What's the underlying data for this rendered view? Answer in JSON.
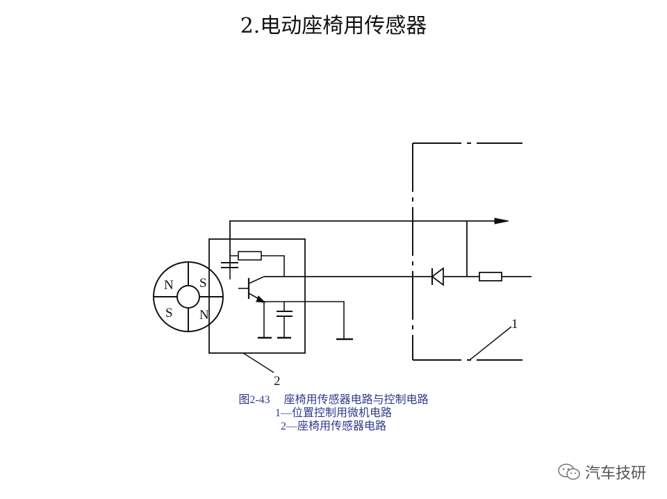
{
  "title": "2.电动座椅用传感器",
  "diagram": {
    "labels": {
      "n1": "N",
      "s1": "S",
      "s2": "S",
      "n2": "N",
      "callout1": "1",
      "callout2": "2"
    }
  },
  "caption": {
    "figure_number": "图2-43",
    "figure_title": "座椅用传感器电路与控制电路",
    "legend": [
      "1—位置控制用微机电路",
      "2—座椅用传感器电路"
    ]
  },
  "watermark": {
    "text": "汽车技研",
    "icon": "wechat-icon"
  }
}
